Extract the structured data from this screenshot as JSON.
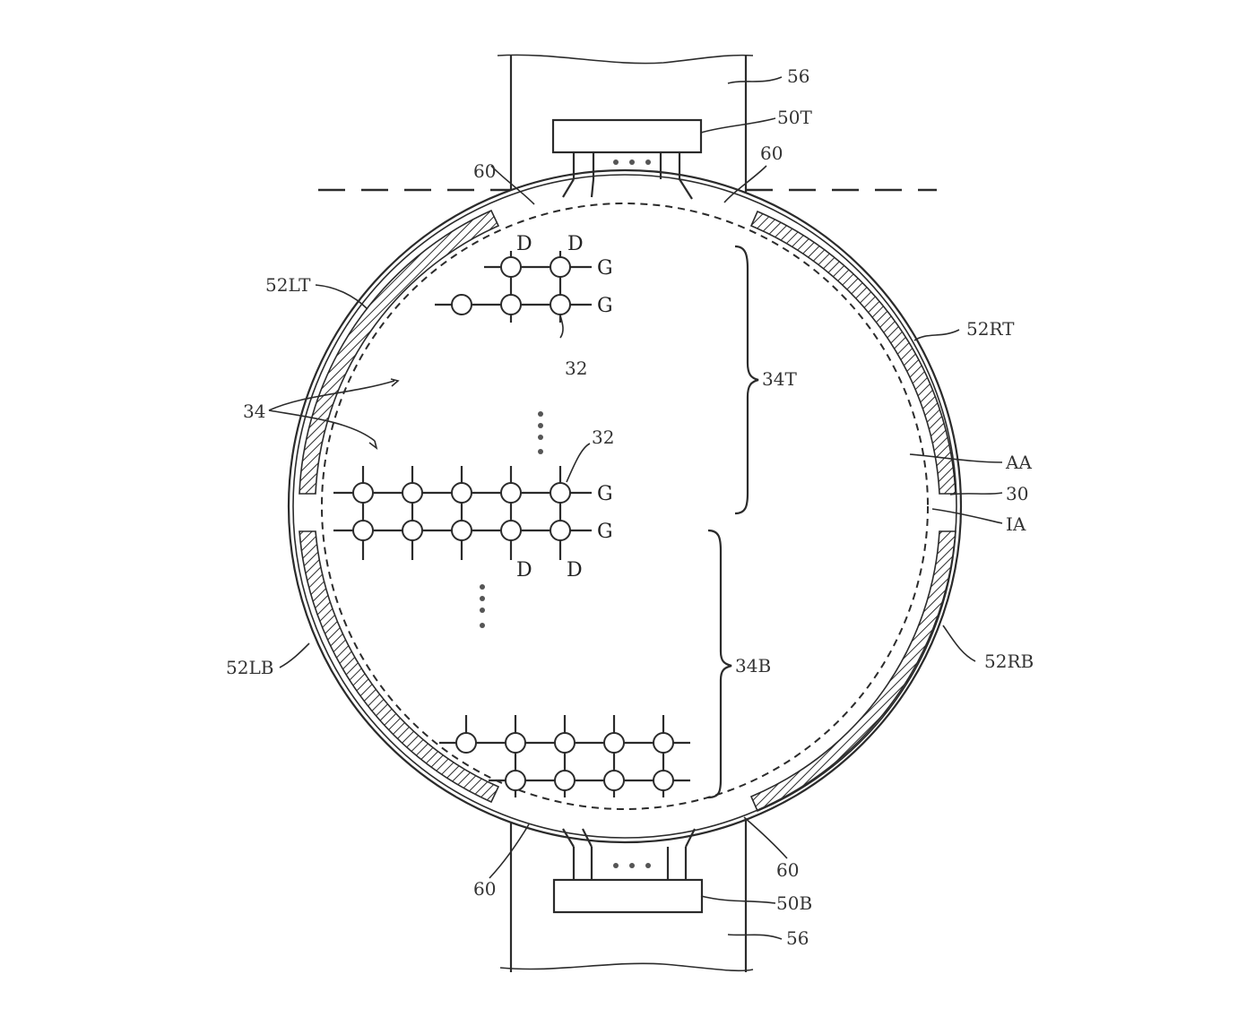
{
  "labels": {
    "l56_top": "56",
    "l50T": "50T",
    "l60_tl": "60",
    "l60_tr": "60",
    "l52LT": "52LT",
    "l52RT": "52RT",
    "l34": "34",
    "l34T": "34T",
    "l32_top": "32",
    "l32_mid": "32",
    "lAA": "AA",
    "l30": "30",
    "lIA": "IA",
    "l52LB": "52LB",
    "l52RB": "52RB",
    "l34B": "34B",
    "l60_bl": "60",
    "l60_br": "60",
    "l50B": "50B",
    "l56_bottom": "56",
    "d1": "D",
    "d2": "D",
    "d3": "D",
    "d4": "D",
    "g1": "G",
    "g2": "G",
    "g3": "G",
    "g4": "G"
  },
  "colors": {
    "line": "#2b2b2b",
    "background": "#ffffff"
  }
}
